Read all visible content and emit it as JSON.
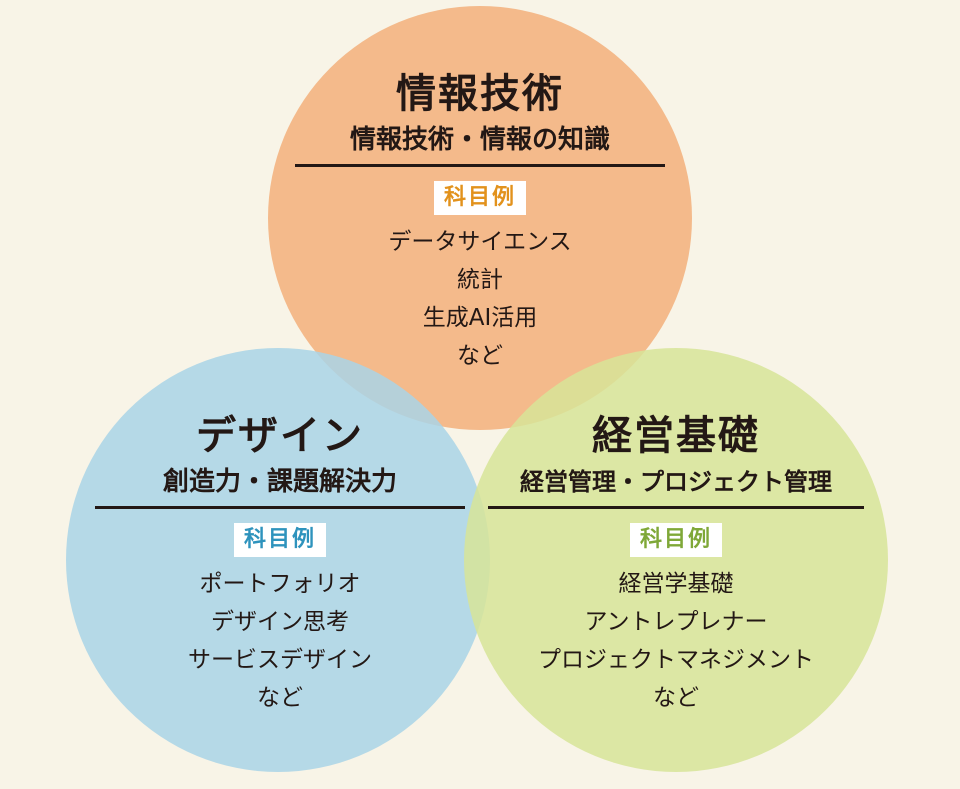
{
  "colors": {
    "background": "#f8f4e7",
    "it_circle": "#f3b27e",
    "design_circle": "#a9d3e6",
    "business_circle": "#d7e498",
    "it_badge_text": "#e2921c",
    "design_badge_text": "#2e93bd",
    "business_badge_text": "#7fa838"
  },
  "circles": [
    {
      "id": "it",
      "title": "情報技術",
      "subtitle": "情報技術・情報の知識",
      "badge": "科目例",
      "items": [
        "データサイエンス",
        "統計",
        "生成AI活用",
        "など"
      ]
    },
    {
      "id": "design",
      "title": "デザイン",
      "subtitle": "創造力・課題解決力",
      "badge": "科目例",
      "items": [
        "ポートフォリオ",
        "デザイン思考",
        "サービスデザイン",
        "など"
      ]
    },
    {
      "id": "business",
      "title": "経営基礎",
      "subtitle": "経営管理・プロジェクト管理",
      "badge": "科目例",
      "items": [
        "経営学基礎",
        "アントレプレナー",
        "プロジェクトマネジメント",
        "など"
      ]
    }
  ]
}
